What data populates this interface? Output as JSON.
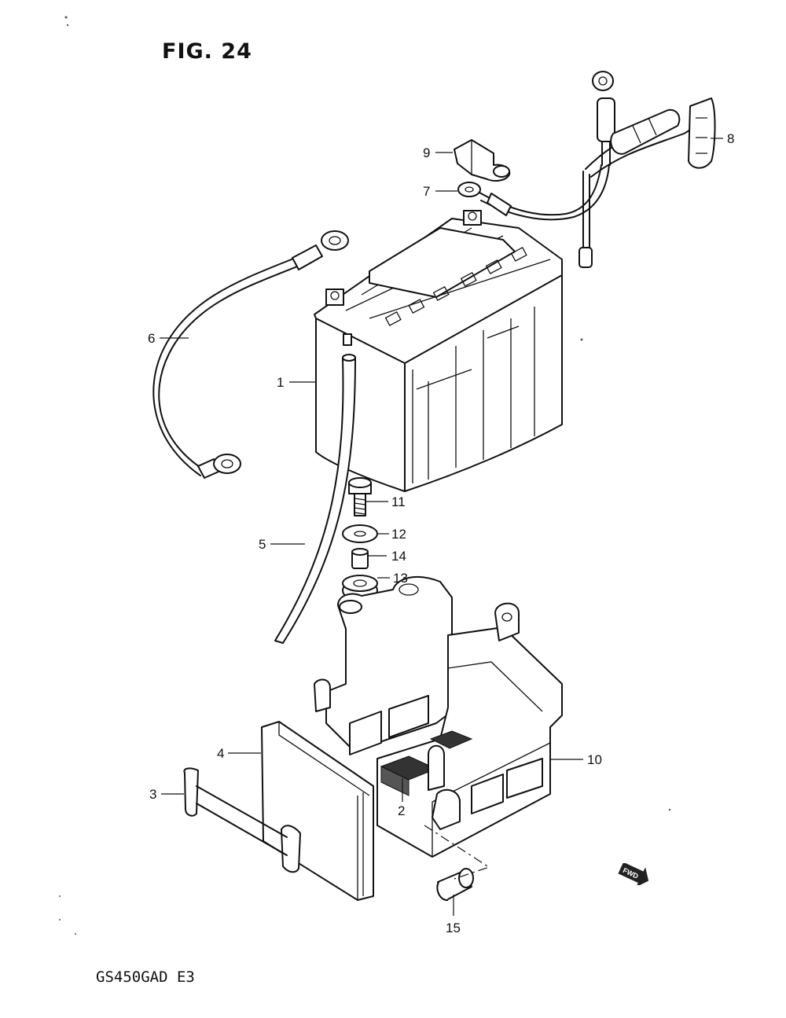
{
  "figure": {
    "title": "FIG. 24",
    "model_code": "GS450GAD E3",
    "direction_badge": "FWD"
  },
  "callouts": [
    {
      "ref": "1",
      "part": "battery"
    },
    {
      "ref": "2",
      "part": "battery-pad"
    },
    {
      "ref": "3",
      "part": "battery-band"
    },
    {
      "ref": "4",
      "part": "battery-cover"
    },
    {
      "ref": "5",
      "part": "breather-hose"
    },
    {
      "ref": "6",
      "part": "ground-lead-wire"
    },
    {
      "ref": "7",
      "part": "starter-lead-wire"
    },
    {
      "ref": "8",
      "part": "fuse-holder"
    },
    {
      "ref": "9",
      "part": "terminal-cap"
    },
    {
      "ref": "10",
      "part": "battery-holder"
    },
    {
      "ref": "11",
      "part": "bolt"
    },
    {
      "ref": "12",
      "part": "washer"
    },
    {
      "ref": "13",
      "part": "cushion"
    },
    {
      "ref": "14",
      "part": "spacer"
    },
    {
      "ref": "15",
      "part": "cap"
    }
  ],
  "style": {
    "ink": "#111111",
    "paper": "#ffffff"
  }
}
